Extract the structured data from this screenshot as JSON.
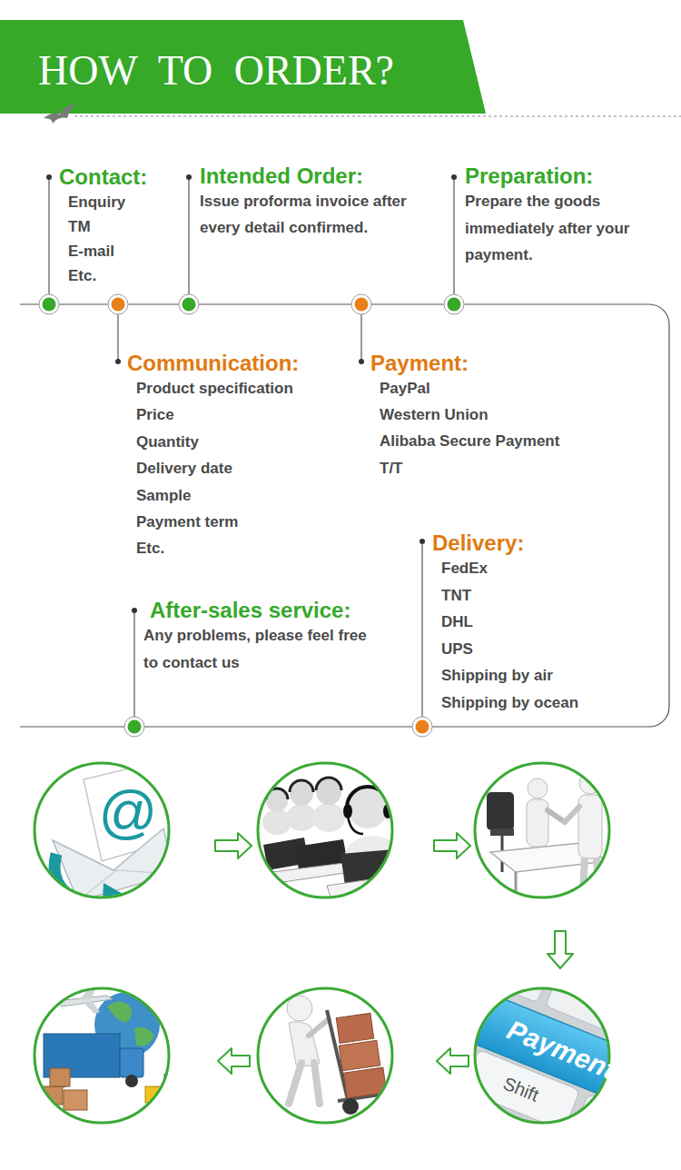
{
  "diagram": {
    "title": "HOW TO ORDER?",
    "nodes": [
      {
        "text": [
          "Contact:",
          "Enquiry",
          "TM",
          "E-mail",
          "Etc."
        ]
      },
      {
        "text": [
          "Communication:",
          "Product specification",
          "Price",
          "Quantity",
          "Delivery date",
          "Sample",
          "Payment term",
          "Etc."
        ]
      },
      {
        "text": [
          "Intended Order:",
          "Issue proforma invoice after every detail confirmed."
        ]
      },
      {
        "text": [
          "Payment:",
          "PayPal",
          "Western Union",
          "Alibaba Secure Payment",
          "T/T"
        ]
      },
      {
        "text": [
          "Preparation:",
          "Prepare the goods immediately after your payment."
        ]
      },
      {
        "text": [
          "Delivery:",
          "FedEx",
          "TNT",
          "DHL",
          "UPS",
          "Shipping by air",
          "Shipping by ocean"
        ]
      },
      {
        "text": [
          "After-sales service:",
          "Any problems, please feel free to contact us"
        ]
      }
    ],
    "labels": [
      "@",
      "Payment",
      "Shift"
    ]
  }
}
